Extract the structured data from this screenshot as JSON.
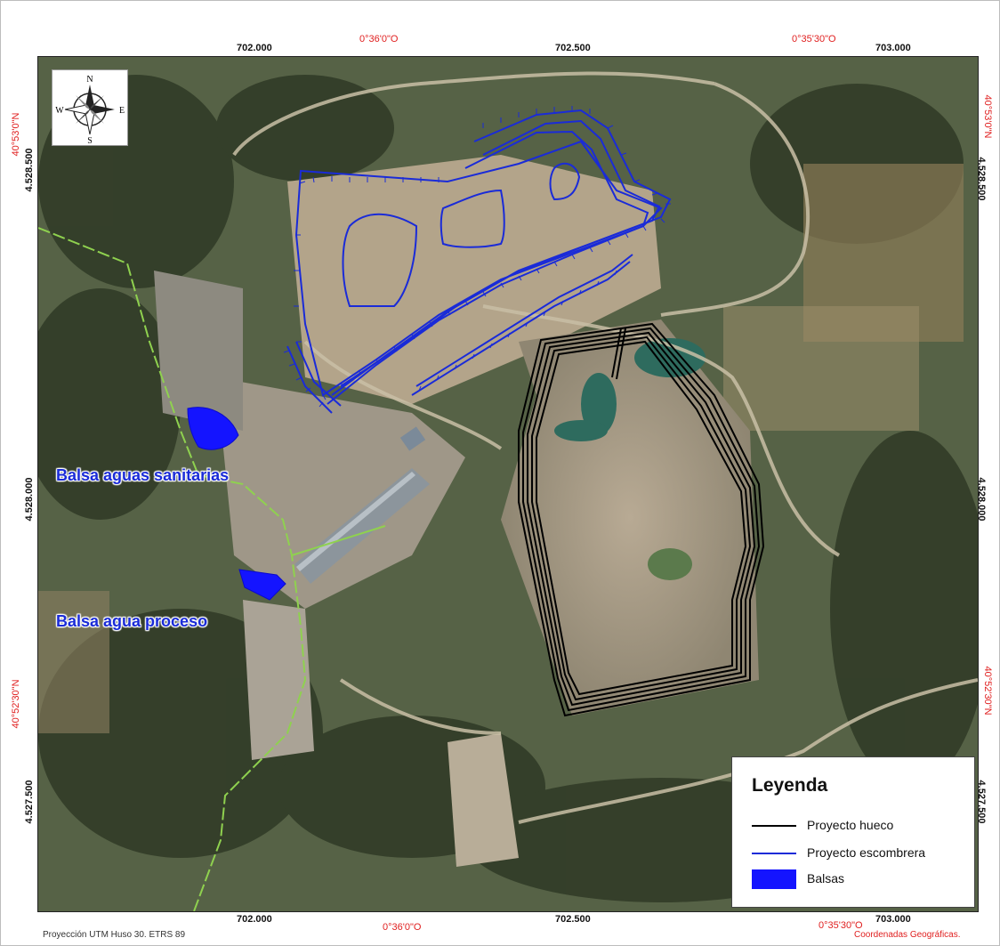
{
  "map": {
    "utm_x_labels": [
      "702.000",
      "702.500",
      "703.000"
    ],
    "utm_y_labels": [
      "4.528.500",
      "4.528.000",
      "4.527.500"
    ],
    "geo_lon_labels": [
      "0°36'0\"O",
      "0°35'30\"O"
    ],
    "geo_lat_labels": [
      "40°53'0\"N",
      "40°52'30\"N"
    ],
    "compass": {
      "n": "N",
      "s": "S",
      "e": "E",
      "w": "W",
      "icon": "compass-rose-icon"
    },
    "labels": {
      "balsa_sanitarias": "Balsa aguas sanitarias",
      "balsa_proceso": "Balsa agua proceso"
    },
    "colors": {
      "hueco": "#000000",
      "escombrera": "#1a2bd8",
      "balsas": "#1414ff",
      "boundary": "#8fd14f",
      "graticule": "#e02020"
    }
  },
  "legend": {
    "title": "Leyenda",
    "items": [
      {
        "label": "Proyecto hueco",
        "type": "line",
        "color": "#000000"
      },
      {
        "label": "Proyecto escombrera",
        "type": "line",
        "color": "#1a2bd8"
      },
      {
        "label": "Balsas",
        "type": "fill",
        "color": "#1414ff"
      }
    ]
  },
  "footer": {
    "projection": "Proyección UTM Huso 30.  ETRS 89",
    "geo_note": "Coordenadas Geográficas."
  }
}
